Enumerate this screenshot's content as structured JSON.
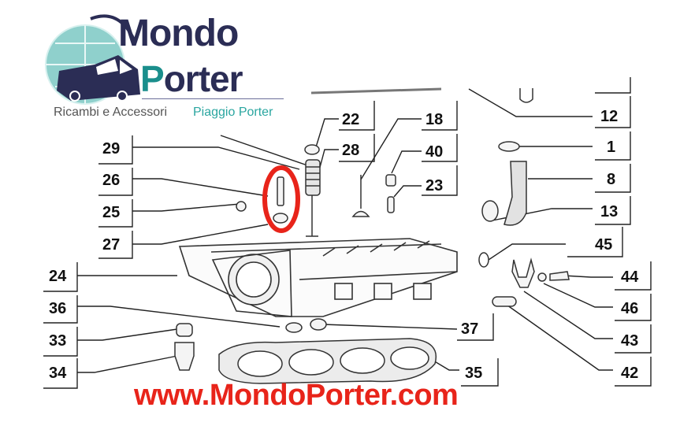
{
  "logo": {
    "line1": "Mondo",
    "line2_initial": "P",
    "line2_rest": "orter",
    "tagline": "Ricambi e Accessori",
    "brand": "Piaggio Porter",
    "colors": {
      "navy": "#2b2d55",
      "teal": "#1a8e8c",
      "tagline": "#555555",
      "brand": "#2aa6a0"
    }
  },
  "website": {
    "text": "www.MondoPorter.com",
    "color": "#e8241a"
  },
  "highlight": {
    "shape": "ellipse",
    "color": "#e8241a",
    "around_parts": [
      "26",
      "27"
    ]
  },
  "callouts": {
    "left": [
      {
        "label": "29",
        "part": "valve-guide"
      },
      {
        "label": "26",
        "part": "stud"
      },
      {
        "label": "25",
        "part": "washer"
      },
      {
        "label": "27",
        "part": "washer"
      },
      {
        "label": "24",
        "part": "cylinder-head"
      },
      {
        "label": "36",
        "part": "seal"
      },
      {
        "label": "33",
        "part": "plug"
      },
      {
        "label": "34",
        "part": "sensor"
      }
    ],
    "center": [
      {
        "label": "22",
        "part": "valve-cap"
      },
      {
        "label": "28",
        "part": "valve-spring"
      },
      {
        "label": "18",
        "part": "valve"
      },
      {
        "label": "40",
        "part": "valve-seal"
      },
      {
        "label": "23",
        "part": "cotter"
      },
      {
        "label": "37",
        "part": "plug"
      },
      {
        "label": "35",
        "part": "head-gasket"
      }
    ],
    "right": [
      {
        "label": "12",
        "part": "fitting"
      },
      {
        "label": "1",
        "part": "hose-clamp"
      },
      {
        "label": "8",
        "part": "hose"
      },
      {
        "label": "13",
        "part": "hose-clamp"
      },
      {
        "label": "45",
        "part": "o-ring"
      },
      {
        "label": "44",
        "part": "bolt"
      },
      {
        "label": "46",
        "part": "washer"
      },
      {
        "label": "43",
        "part": "lifting-bracket"
      },
      {
        "label": "42",
        "part": "temperature-sensor"
      }
    ]
  }
}
